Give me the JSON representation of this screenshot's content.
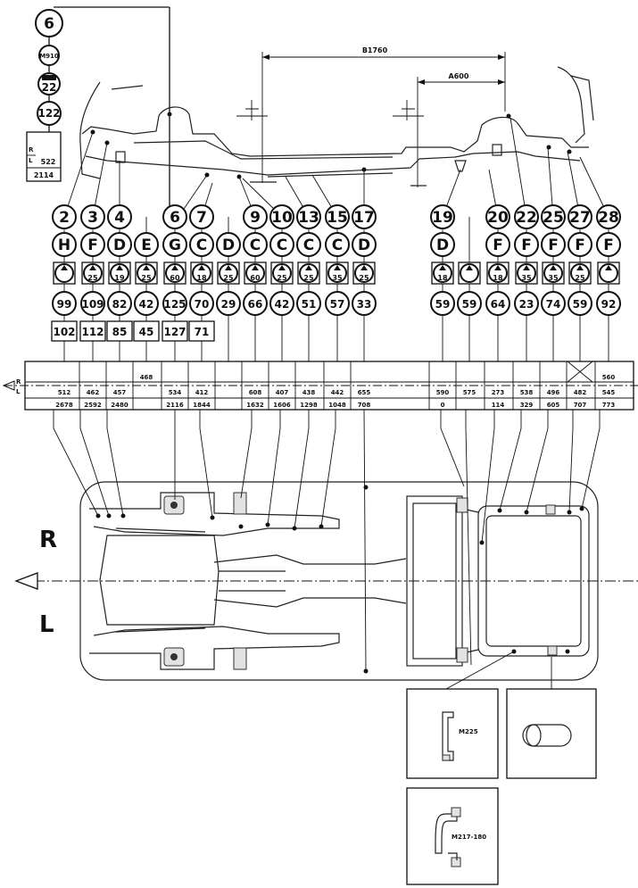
{
  "header": {
    "ref": "6",
    "codes": [
      "M910",
      "22",
      "122"
    ],
    "box": {
      "rl": [
        "R",
        "L"
      ],
      "value": "522",
      "lower": "2114"
    }
  },
  "dimensions": {
    "b": "B1760",
    "a": "A600"
  },
  "points": [
    {
      "id": "2",
      "letter": "H",
      "sym": "",
      "v1": "99",
      "v2": "102"
    },
    {
      "id": "3",
      "letter": "F",
      "sym": "25",
      "v1": "109",
      "v2": "112"
    },
    {
      "id": "4",
      "letter": "D",
      "sym": "19",
      "v1": "82",
      "v2": "85"
    },
    {
      "id": "",
      "letter": "E",
      "sym": "25",
      "v1": "42",
      "v2": "45"
    },
    {
      "id": "6",
      "letter": "G",
      "sym": "60",
      "v1": "125",
      "v2": "127"
    },
    {
      "id": "7",
      "letter": "C",
      "sym": "18",
      "v1": "70",
      "v2": "71"
    },
    {
      "id": "",
      "letter": "D",
      "sym": "25",
      "v1": "29",
      "v2": ""
    },
    {
      "id": "9",
      "letter": "C",
      "sym": "60",
      "v1": "66",
      "v2": ""
    },
    {
      "id": "10",
      "letter": "C",
      "sym": "25",
      "v1": "42",
      "v2": ""
    },
    {
      "id": "13",
      "letter": "C",
      "sym": "25",
      "v1": "51",
      "v2": ""
    },
    {
      "id": "15",
      "letter": "C",
      "sym": "35",
      "v1": "57",
      "v2": ""
    },
    {
      "id": "17",
      "letter": "D",
      "sym": "25",
      "v1": "33",
      "v2": ""
    },
    {
      "id": "19",
      "letter": "D",
      "sym": "18",
      "v1": "59",
      "v2": ""
    },
    {
      "id": "",
      "letter": "",
      "sym": "",
      "v1": "59",
      "v2": ""
    },
    {
      "id": "20",
      "letter": "F",
      "sym": "18",
      "v1": "64",
      "v2": ""
    },
    {
      "id": "22",
      "letter": "F",
      "sym": "35",
      "v1": "23",
      "v2": ""
    },
    {
      "id": "25",
      "letter": "F",
      "sym": "35",
      "v1": "74",
      "v2": ""
    },
    {
      "id": "27",
      "letter": "F",
      "sym": "25",
      "v1": "59",
      "v2": ""
    },
    {
      "id": "28",
      "letter": "F",
      "sym": "",
      "v1": "92",
      "v2": ""
    }
  ],
  "scale": {
    "rl": [
      "R",
      "L"
    ],
    "top": [
      "",
      "",
      "",
      "468",
      "",
      "",
      "",
      "",
      "",
      "",
      "",
      "",
      "",
      "",
      "",
      "",
      "",
      "",
      "560"
    ],
    "mid": [
      "512",
      "462",
      "457",
      "",
      "534",
      "412",
      "",
      "608",
      "407",
      "438",
      "442",
      "655",
      "590",
      "575",
      "273",
      "538",
      "496",
      "482",
      "545"
    ],
    "bottom": [
      "2678",
      "2592",
      "2480",
      "",
      "2116",
      "1844",
      "",
      "1632",
      "1606",
      "1298",
      "1048",
      "708",
      "0",
      "",
      "114",
      "329",
      "605",
      "707",
      "773"
    ]
  },
  "plan": {
    "right_label": "R",
    "left_label": "L"
  },
  "details": {
    "bracket_1": "M225",
    "bracket_2": "M217-180"
  }
}
